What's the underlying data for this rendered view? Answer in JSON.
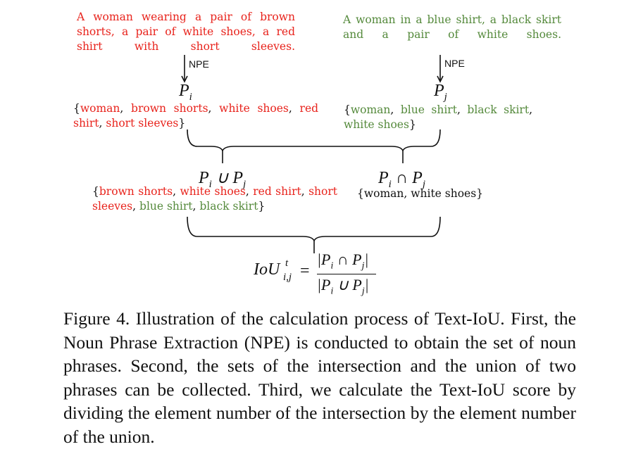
{
  "left_description": "A woman wearing a pair of brown shorts, a pair of white shoes, a red shirt with short sleeves.",
  "right_description": "A woman in a blue shirt, a black skirt and a pair of white shoes.",
  "npe_label": "NPE",
  "set_i_label": "P",
  "set_i_sub": "i",
  "set_j_label": "P",
  "set_j_sub": "j",
  "set_i": {
    "open": "{",
    "items": [
      "woman",
      "brown shorts",
      "white shoes",
      "red shirt",
      "short sleeves"
    ],
    "close": "}"
  },
  "set_j": {
    "open": "{",
    "items": [
      "woman",
      "blue shirt",
      "black skirt",
      "white shoes"
    ],
    "close": "}"
  },
  "union_label": "P_i ∪ P_j",
  "intersection_label": "P_i ∩ P_j",
  "union_set": {
    "red_items": [
      "brown shorts",
      "white shoes",
      "red shirt",
      "short sleeves"
    ],
    "green_items": [
      "blue shirt",
      "black skirt"
    ]
  },
  "intersection_set": "{woman, white shoes}",
  "formula": {
    "lhs": "IoU",
    "sup": "t",
    "sub": "i,j",
    "numerator": "|P_i ∩ P_j|",
    "denominator": "|P_i ∪ P_j|"
  },
  "caption": "Figure 4. Illustration of the calculation process of Text-IoU. First, the Noun Phrase Extraction (NPE) is conducted to obtain the set of noun phrases. Second, the sets of the intersection and the union of two phrases can be collected. Third, we calculate the Text-IoU score by dividing the element number of the intersection by the element number of the union.",
  "colors": {
    "red": "#e8231c",
    "green": "#558a3c",
    "black": "#111111"
  }
}
